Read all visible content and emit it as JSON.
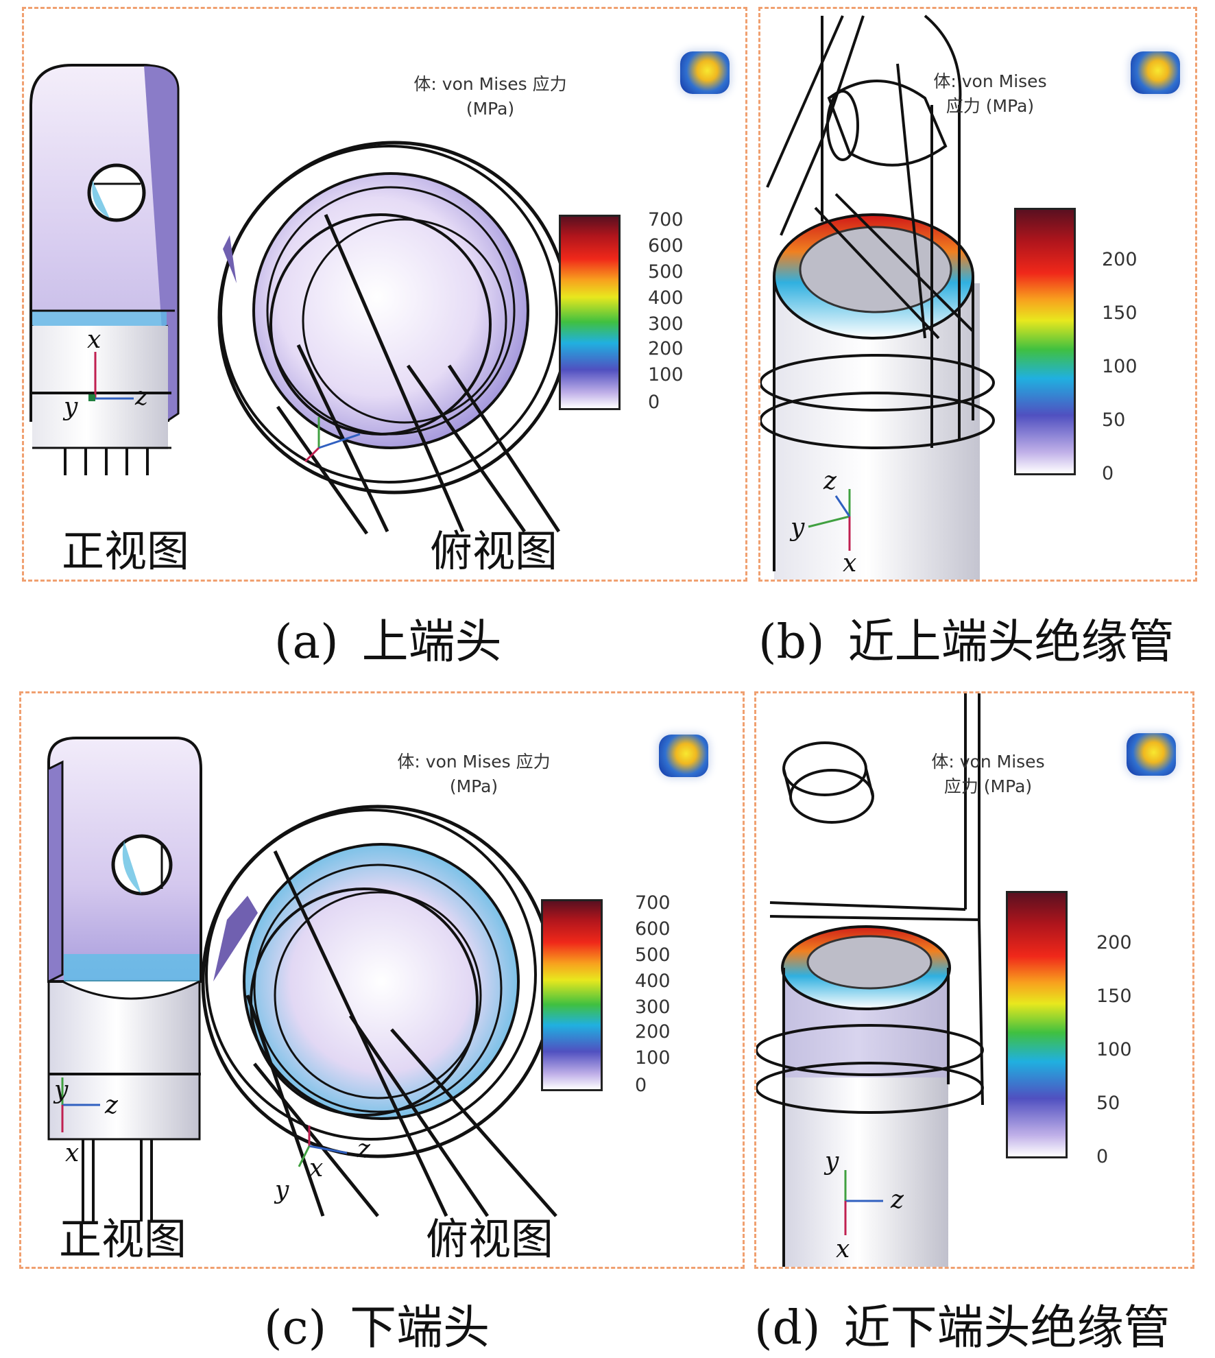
{
  "panels": {
    "a": {
      "caption_label": "(a)",
      "caption_text": "上端头",
      "front_label": "正视图",
      "top_label": "俯视图",
      "legend_title": "体: von Mises 应力",
      "legend_unit": "(MPa)",
      "ticks": [
        "700",
        "600",
        "500",
        "400",
        "300",
        "200",
        "100",
        "0"
      ],
      "axes_front": [
        "x",
        "y",
        "z"
      ]
    },
    "b": {
      "caption_label": "(b)",
      "caption_text": "近上端头绝缘管",
      "legend_title": "体: von Mises",
      "legend_unit": "应力 (MPa)",
      "ticks": [
        "200",
        "150",
        "100",
        "50",
        "0"
      ],
      "axes": [
        "z",
        "y",
        "x"
      ]
    },
    "c": {
      "caption_label": "(c)",
      "caption_text": "下端头",
      "front_label": "正视图",
      "top_label": "俯视图",
      "legend_title": "体: von Mises 应力",
      "legend_unit": "(MPa)",
      "ticks": [
        "700",
        "600",
        "500",
        "400",
        "300",
        "200",
        "100",
        "0"
      ],
      "axes_front": [
        "y",
        "z",
        "x"
      ],
      "axes_top": [
        "z",
        "x",
        "y"
      ]
    },
    "d": {
      "caption_label": "(d)",
      "caption_text": "近下端头绝缘管",
      "legend_title": "体: von Mises",
      "legend_unit": "应力 (MPa)",
      "ticks": [
        "200",
        "150",
        "100",
        "50",
        "0"
      ],
      "axes": [
        "y",
        "z",
        "x"
      ]
    }
  },
  "colors": {
    "border": "#f0a070",
    "stress_low": "#ffffff",
    "stress_high": "#5a1020"
  }
}
